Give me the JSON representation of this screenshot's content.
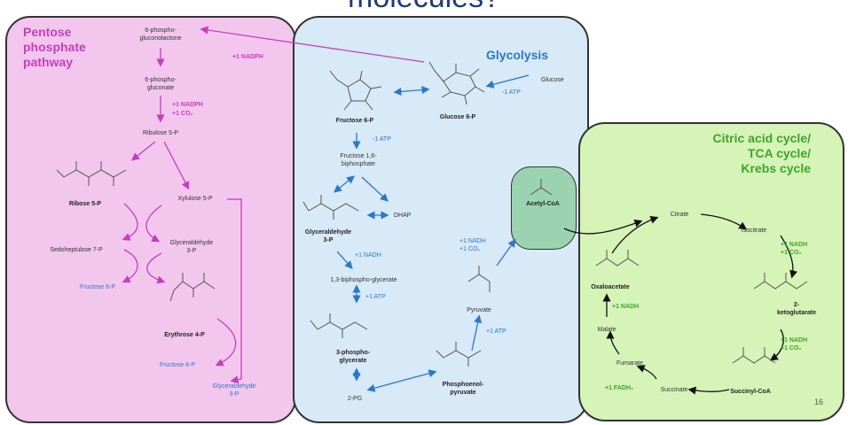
{
  "slide_title": "molecules?",
  "page_number": "16",
  "pentose": {
    "heading_lines": [
      "Pentose",
      "phosphate",
      "pathway"
    ],
    "gluconolactone": [
      "6-phospho-",
      "gluconolactone"
    ],
    "gluconate": [
      "6-phospho-",
      "gluconate"
    ],
    "nadph_1": "+1 NADPH",
    "nadph_2": "+1 NADPH",
    "co2": "+1 CO₂",
    "ribulose": "Ribulose 5-P",
    "ribose": "Ribose 5-P",
    "xylulose": "Xylulose 5-P",
    "sedoheptulose": "Sedoheptulose 7-P",
    "glyceraldehyde": [
      "Glyceraldehyde",
      "3-P"
    ],
    "fructose_left": "Fructose 6-P",
    "erythrose": "Erythrose 4-P",
    "fructose_bottom": "Fructose 6-P",
    "g3p_bottom": [
      "Glyceraldehyde",
      "3-P"
    ]
  },
  "glycolysis": {
    "heading": "Glycolysis",
    "glucose": "Glucose",
    "minus_atp_1": "-1 ATP",
    "glucose6p": "Glucose 6-P",
    "fructose6p": "Fructose 6-P",
    "minus_atp_2": "-1 ATP",
    "f16bp": [
      "Fructose 1,6-",
      "biphosphate"
    ],
    "dhap": "DHAP",
    "g3p": [
      "Glyceraldehyde",
      "3-P"
    ],
    "nadh": "+1 NADH",
    "bpg": "1,3-biphospho-glycerate",
    "atp_1": "+1 ATP",
    "pg3": [
      "3-phospho-",
      "glycerate"
    ],
    "pg2": "2-PG",
    "pep": [
      "Phosphoenol-",
      "pyruvate"
    ],
    "atp_2": "+1 ATP",
    "pyruvate": "Pyruvate",
    "nadh_co2": [
      "+1 NADH",
      "+1 CO₂"
    ],
    "acetyl_coa": "Acetyl-CoA"
  },
  "tca": {
    "heading_lines": [
      "Citric acid cycle/",
      "TCA cycle/",
      "Krebs cycle"
    ],
    "citrate": "Citrate",
    "isocitrate": "Isocitrate",
    "nadh_co2_1": [
      "+1 NADH",
      "+1 CO₂"
    ],
    "ketoglutarate": [
      "2-",
      "ketoglutarate"
    ],
    "nadh_co2_2": [
      "+1 NADH",
      "+1 CO₂"
    ],
    "succinyl": "Succinyl-CoA",
    "succinate": "Succinate",
    "fadh": "+1 FADH₂",
    "fumarate": "Fumarate",
    "malate": "Malate",
    "nadh": "+1 NADH",
    "oxaloacetate": "Oxaloacetate"
  },
  "colors": {
    "pentose_bg": "#f3c6ee",
    "glycolysis_bg": "#d8e9f7",
    "tca_bg": "#d6f3b8",
    "acetyl_bg": "#9bd3b0",
    "pink": "#c43fbc",
    "blue": "#2a78c8",
    "green": "#3ea52a"
  }
}
